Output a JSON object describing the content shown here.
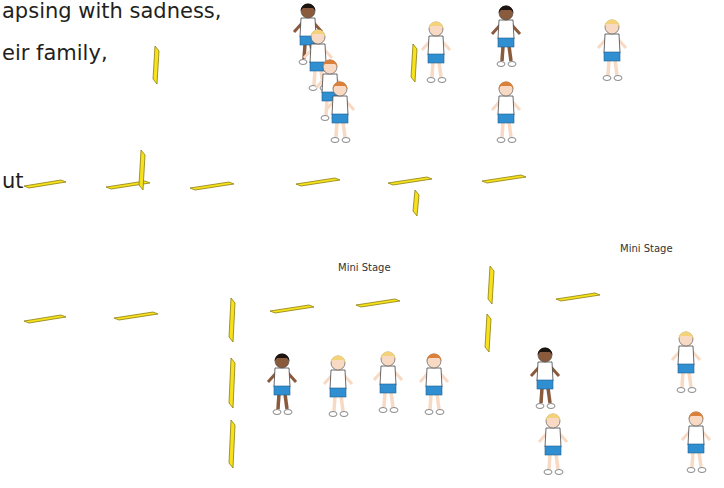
{
  "diagram": {
    "labels": [
      "apsing with sadness,",
      "eir family,",
      "ut",
      "Mini Stage",
      "Mini Stage"
    ]
  }
}
